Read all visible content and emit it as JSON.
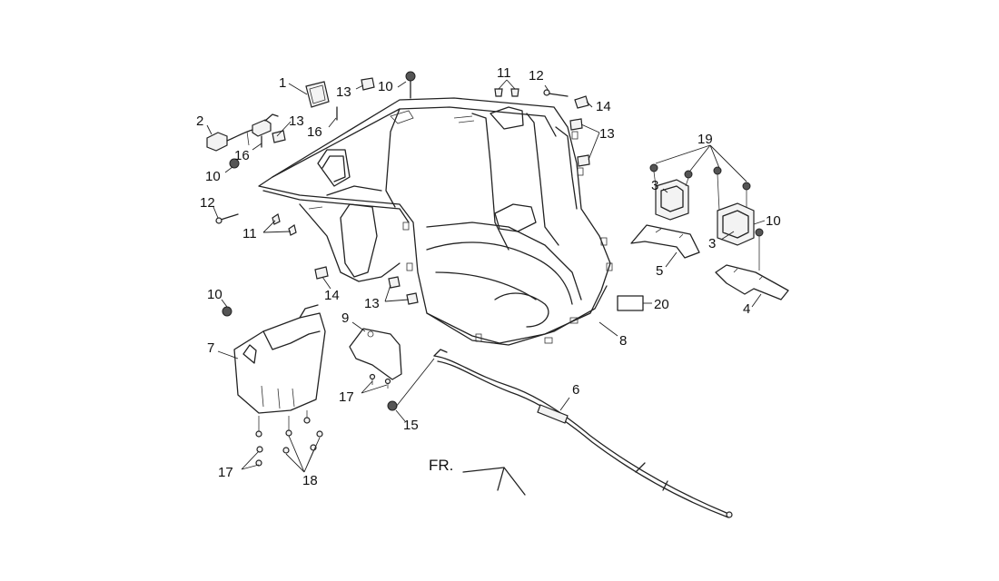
{
  "callouts": [
    {
      "id": "c1",
      "text": "1"
    },
    {
      "id": "c2",
      "text": "2"
    },
    {
      "id": "c3a",
      "text": "3"
    },
    {
      "id": "c3b",
      "text": "3"
    },
    {
      "id": "c4",
      "text": "4"
    },
    {
      "id": "c5",
      "text": "5"
    },
    {
      "id": "c6",
      "text": "6"
    },
    {
      "id": "c7",
      "text": "7"
    },
    {
      "id": "c8",
      "text": "8"
    },
    {
      "id": "c9",
      "text": "9"
    },
    {
      "id": "c10a",
      "text": "10"
    },
    {
      "id": "c10b",
      "text": "10"
    },
    {
      "id": "c10c",
      "text": "10"
    },
    {
      "id": "c10d",
      "text": "10"
    },
    {
      "id": "c11a",
      "text": "11"
    },
    {
      "id": "c11b",
      "text": "11"
    },
    {
      "id": "c12a",
      "text": "12"
    },
    {
      "id": "c12b",
      "text": "12"
    },
    {
      "id": "c13a",
      "text": "13"
    },
    {
      "id": "c13b",
      "text": "13"
    },
    {
      "id": "c13c",
      "text": "13"
    },
    {
      "id": "c13d",
      "text": "13"
    },
    {
      "id": "c14a",
      "text": "14"
    },
    {
      "id": "c14b",
      "text": "14"
    },
    {
      "id": "c15",
      "text": "15"
    },
    {
      "id": "c16a",
      "text": "16"
    },
    {
      "id": "c16b",
      "text": "16"
    },
    {
      "id": "c17a",
      "text": "17"
    },
    {
      "id": "c17b",
      "text": "17"
    },
    {
      "id": "c18",
      "text": "18"
    },
    {
      "id": "c19",
      "text": "19"
    },
    {
      "id": "c20",
      "text": "20"
    }
  ],
  "front_indicator": {
    "text": "FR."
  },
  "colors": {
    "line": "#222222",
    "background": "#ffffff"
  }
}
